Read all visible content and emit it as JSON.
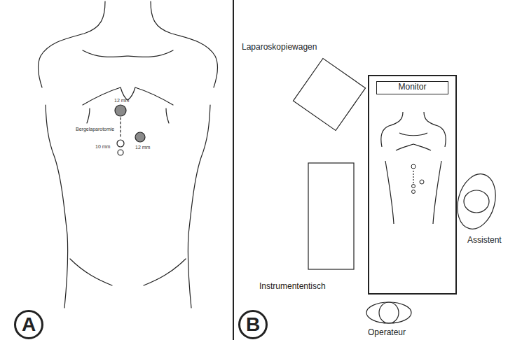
{
  "diagram": {
    "nodes": [
      {
        "text": [
          "A"
        ]
      },
      {
        "text": [
          "Laparoskopiewagen"
        ]
      },
      {
        "text": [
          "Monitor"
        ]
      },
      {
        "text": [
          "Instrumententisch"
        ]
      },
      {
        "text": [
          "Assistent"
        ]
      },
      {
        "text": [
          "Operateur"
        ]
      },
      {
        "text": [
          "B"
        ]
      }
    ],
    "labels": [
      "12 mm",
      "Bergelaparotomie",
      "10 mm",
      "12 mm"
    ]
  }
}
